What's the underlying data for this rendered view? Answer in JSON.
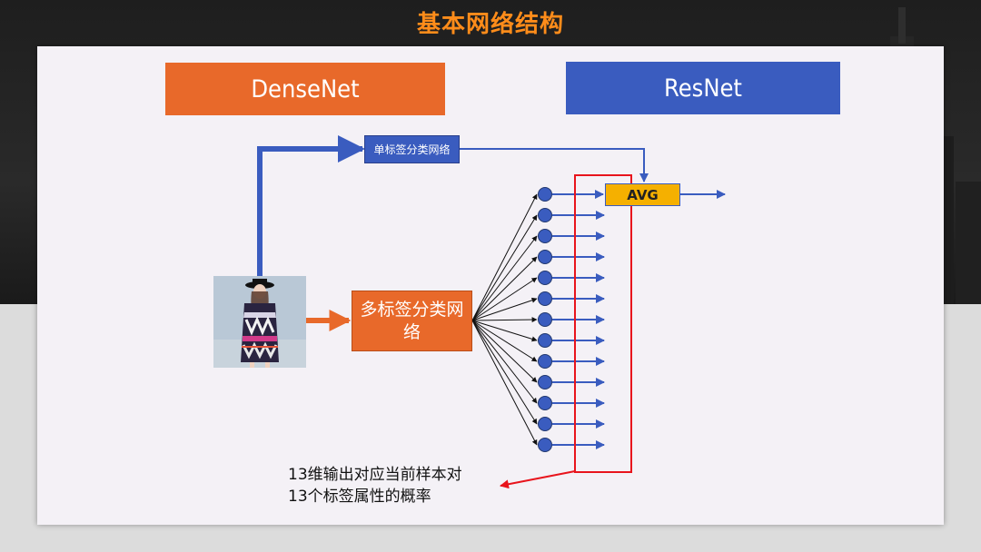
{
  "slide": {
    "title": "基本网络结构"
  },
  "headers": {
    "densenet": "DenseNet",
    "resnet": "ResNet"
  },
  "diagram": {
    "single_label_network": "单标签分类网络",
    "multi_label_network": "多标签分类网络",
    "avg_label": "AVG",
    "output_count": 13,
    "annotation_line1": "13维输出对应当前样本对",
    "annotation_line2": "13个标签属性的概率"
  },
  "colors": {
    "orange": "#e8692a",
    "blue": "#3a5cbf",
    "avg_yellow": "#f5b000",
    "highlight_red": "#e8141c",
    "title_orange": "#ff8c1a"
  },
  "icons": [
    "person-photo",
    "arrow-icon"
  ]
}
